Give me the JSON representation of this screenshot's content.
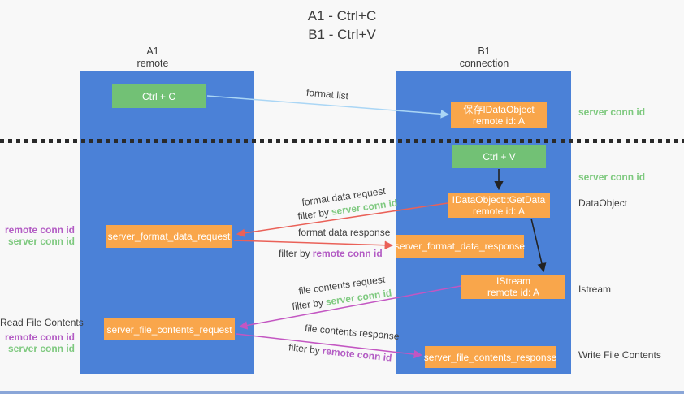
{
  "title": {
    "line1": "A1 - Ctrl+C",
    "line2": "B1 - Ctrl+V"
  },
  "lanes": {
    "a1": {
      "name": "A1",
      "subtitle": "remote"
    },
    "b1": {
      "name": "B1",
      "subtitle": "connection"
    }
  },
  "nodes": {
    "ctrl_c": {
      "label": "Ctrl + C"
    },
    "ctrl_v": {
      "label": "Ctrl + V"
    },
    "save_dataobject": {
      "line1": "保存IDataObject",
      "line2": "remote id: A"
    },
    "getdata": {
      "line1": "IDataObject::GetData",
      "line2": "remote id: A"
    },
    "format_request": {
      "label": "server_format_data_request"
    },
    "format_response": {
      "label": "server_format_data_response"
    },
    "istream": {
      "line1": "IStream",
      "line2": "remote id: A"
    },
    "file_request": {
      "label": "server_file_contents_request"
    },
    "file_response": {
      "label": "server_file_contents_response"
    }
  },
  "arrow_labels": {
    "format_list": "format list",
    "format_data_request": "format data request",
    "format_data_response": "format data response",
    "file_contents_request": "file contents request",
    "file_contents_response": "file contents response",
    "filter_prefix": "filter by",
    "server_conn_key": "server conn id",
    "remote_conn_key": "remote conn id"
  },
  "annotations": {
    "right_server_conn_top": "server conn id",
    "right_server_conn_mid": "server conn id",
    "right_dataobject": "DataObject",
    "right_istream": "Istream",
    "right_write_file": "Write File Contents",
    "left_remote_conn_top": "remote conn id",
    "left_server_conn_top": "server conn id",
    "left_read_file": "Read File Contents",
    "left_remote_conn_bottom": "remote conn id",
    "left_server_conn_bottom": "server conn id"
  },
  "colors": {
    "lane_blue": "#4b81d7",
    "key_green_box": "#72c175",
    "handler_orange_box": "#f9a64b",
    "server_conn_green": "#7ec97f",
    "remote_conn_purple": "#b35cc4",
    "format_arrow_red": "#ea6158",
    "file_arrow_purple": "#c356c2",
    "format_list_arrow_blue": "#aad6f5",
    "black_arrow": "#222222",
    "bottom_bar_blue": "#8aa6d8"
  }
}
